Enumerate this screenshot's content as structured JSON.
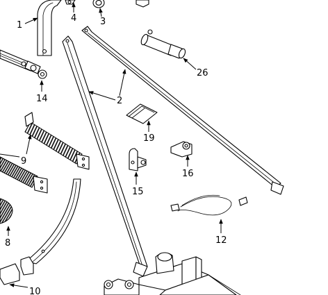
{
  "figure": {
    "callouts": [
      {
        "key": "p1",
        "label": "1"
      },
      {
        "key": "p2",
        "label": "2"
      },
      {
        "key": "p3",
        "label": "3"
      },
      {
        "key": "p4",
        "label": "4"
      },
      {
        "key": "p8",
        "label": "8"
      },
      {
        "key": "p9",
        "label": "9"
      },
      {
        "key": "p10",
        "label": "10"
      },
      {
        "key": "p12",
        "label": "12"
      },
      {
        "key": "p14",
        "label": "14"
      },
      {
        "key": "p15",
        "label": "15"
      },
      {
        "key": "p16",
        "label": "16"
      },
      {
        "key": "p19",
        "label": "19"
      },
      {
        "key": "p26",
        "label": "26"
      }
    ]
  }
}
